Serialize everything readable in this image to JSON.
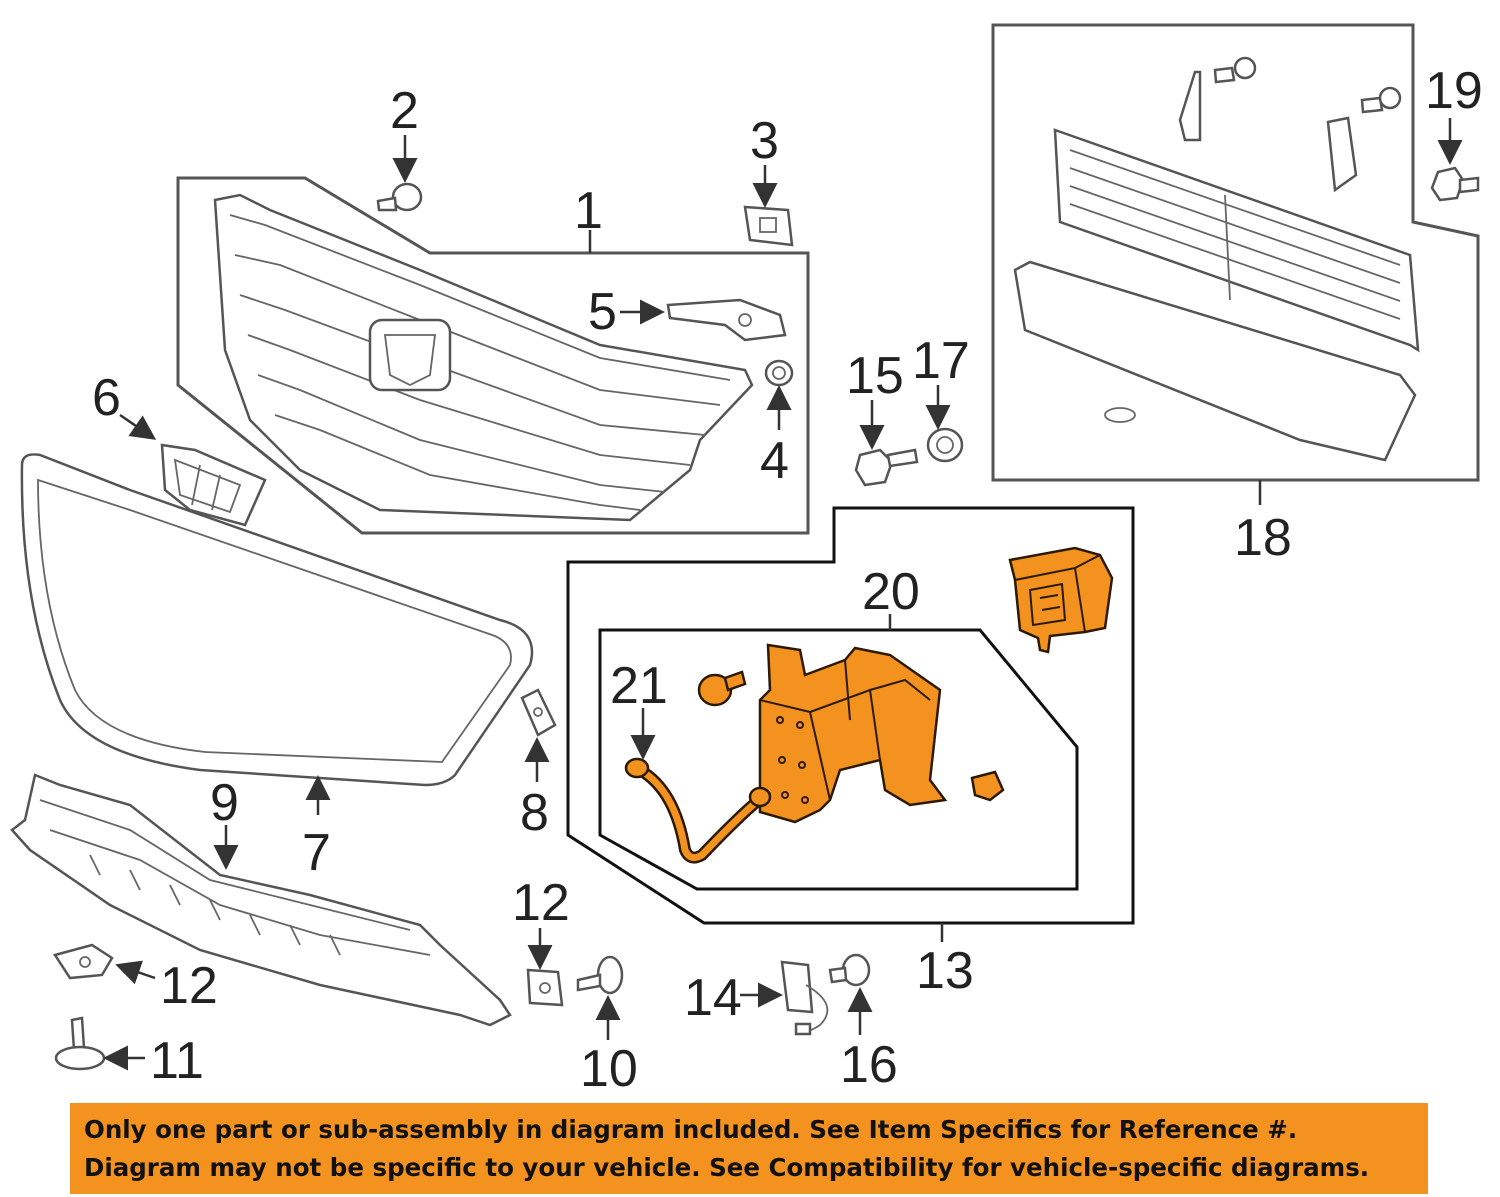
{
  "callouts": {
    "n1": "1",
    "n2": "2",
    "n3": "3",
    "n4": "4",
    "n5": "5",
    "n6": "6",
    "n7": "7",
    "n8": "8",
    "n9": "9",
    "n10": "10",
    "n11": "11",
    "n12a": "12",
    "n12b": "12",
    "n13": "13",
    "n14": "14",
    "n15": "15",
    "n16": "16",
    "n17": "17",
    "n18": "18",
    "n19": "19",
    "n20": "20",
    "n21": "21"
  },
  "disclaimer": {
    "line1": "Only one part or sub-assembly in diagram included. See Item Specifics for Reference #.",
    "line2": "Diagram may not be specific to your vehicle. See Compatibility for vehicle-specific diagrams."
  },
  "colors": {
    "highlight": "#f4921f",
    "line_art": "#555555",
    "background": "#ffffff"
  }
}
